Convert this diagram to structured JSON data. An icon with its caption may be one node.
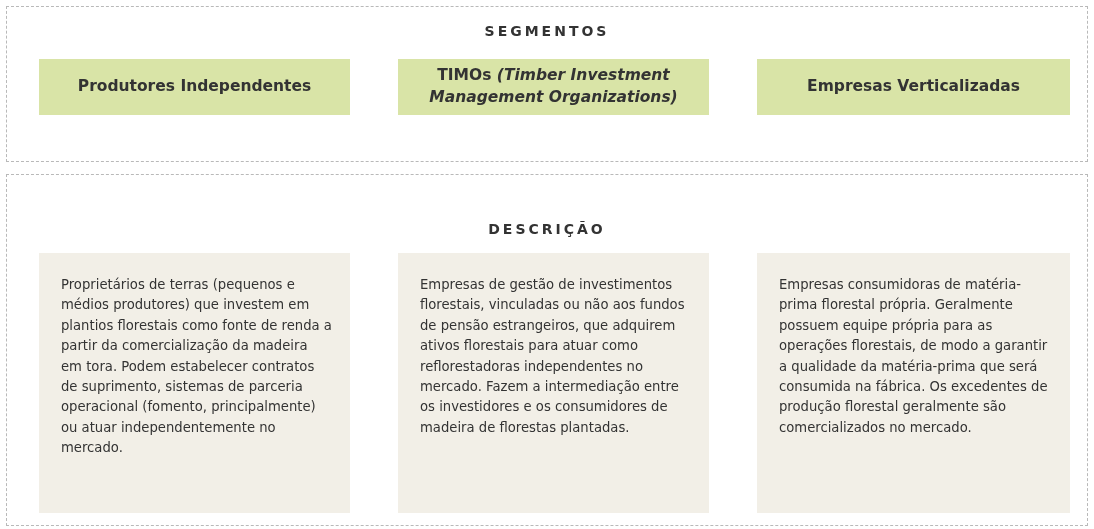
{
  "diagram": {
    "nodes": [
      {
        "text": [
          "SEGMENTOS"
        ]
      },
      {
        "text": [
          "Produtores Independentes"
        ],
        "in": 0
      },
      {
        "text": [
          "TIMOs *(Timber Investment Management Organizations)*"
        ],
        "in": 0
      },
      {
        "text": [
          "Empresas Verticalizadas"
        ],
        "in": 0
      },
      {
        "text": [
          "DESCRIÇÃO"
        ]
      },
      {
        "text": [
          "Proprietários de terras (pequenos e médios produtores) que investem em plantios florestais como fonte de renda a partir da comercialização da madeira em tora. Podem estabelecer contratos de suprimento, sistemas de parceria operacional (fomento, principalmente) ou atuar independentemente no mercado."
        ],
        "in": 4
      },
      {
        "text": [
          "Empresas de gestão de investimentos florestais, vinculadas ou não aos fundos de pensão estrangeiros, que adquirem ativos florestais para atuar como reflorestadoras independentes no mercado. Fazem a intermediação entre os investidores e os consumidores de madeira de florestas plantadas."
        ],
        "in": 4
      },
      {
        "text": [
          "Empresas consumidoras de matéria-prima florestal própria. Geralmente possuem equipe própria para as operações florestais, de modo a garantir a qualidade da matéria-prima que será consumida na fábrica. Os excedentes de produção florestal geralmente são comercializados no mercado."
        ],
        "in": 4
      }
    ],
    "edges": []
  }
}
